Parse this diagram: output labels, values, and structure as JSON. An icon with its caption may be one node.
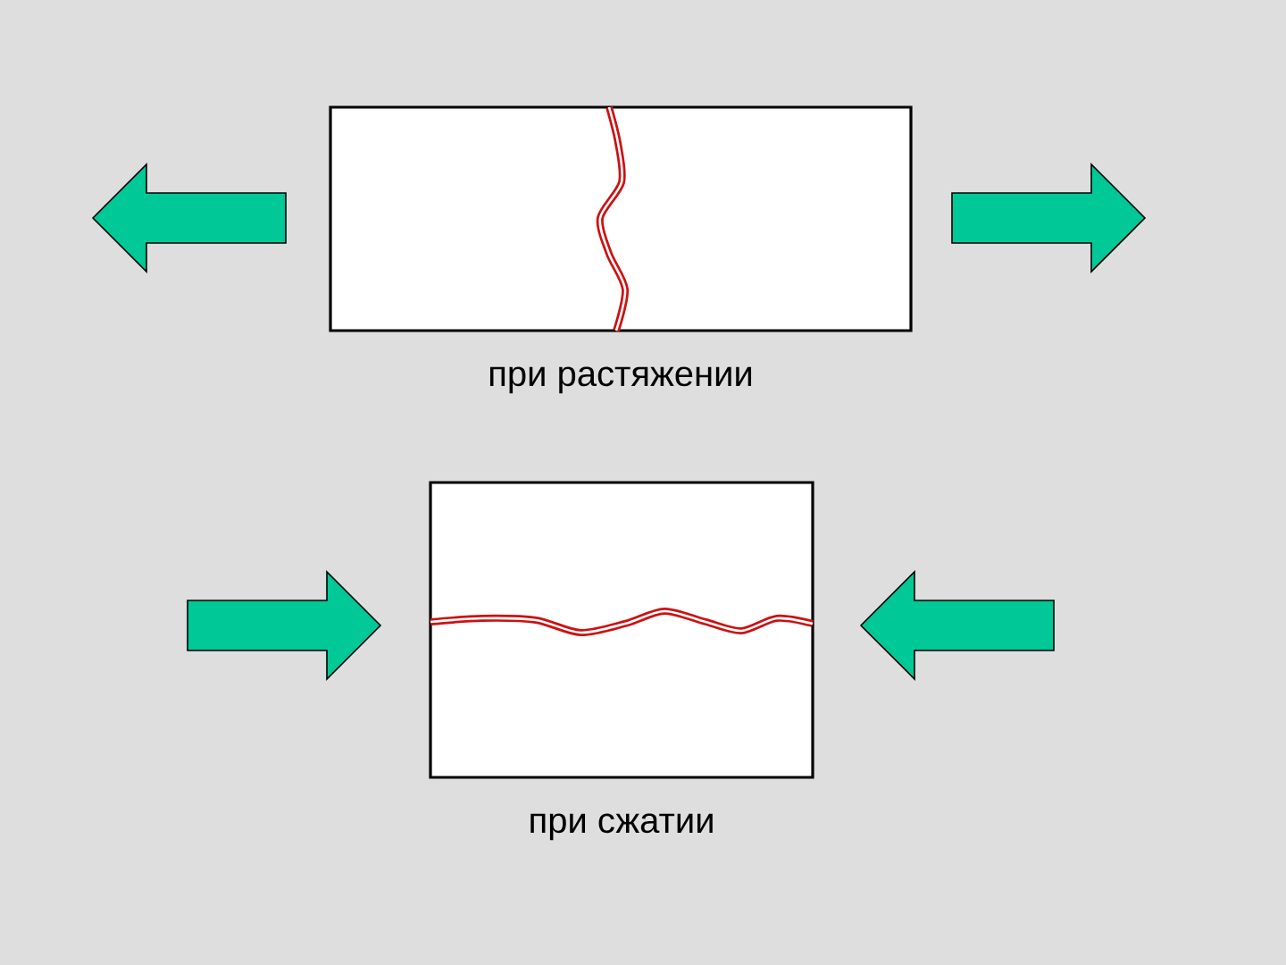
{
  "diagram": {
    "nodes": [
      {
        "text": [],
        "shape": "box",
        "beside": [
          "при растяжении"
        ]
      },
      {
        "text": [],
        "shape": "box",
        "beside": [
          "при сжатии"
        ]
      }
    ]
  }
}
